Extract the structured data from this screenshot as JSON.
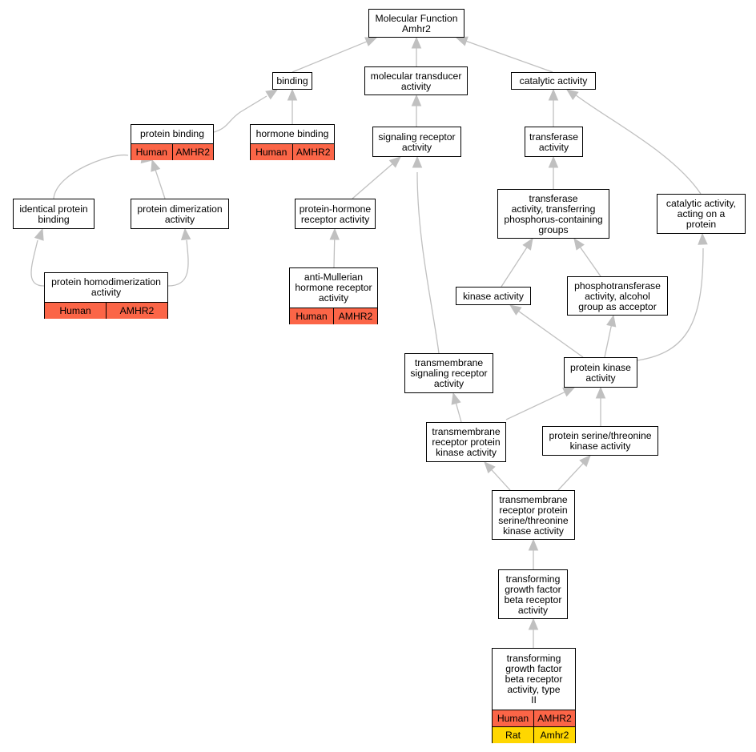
{
  "colors": {
    "edge": "#c0c0c0",
    "human_annotation": "#fb6547",
    "rat_annotation": "#ffd700"
  },
  "nodes": [
    {
      "id": "root",
      "label": "Molecular Function\nAmhr2"
    },
    {
      "id": "binding",
      "label": "binding"
    },
    {
      "id": "transducer",
      "label": "molecular transducer\nactivity"
    },
    {
      "id": "catalytic",
      "label": "catalytic activity"
    },
    {
      "id": "protein_binding",
      "label": "protein binding",
      "annotations": [
        {
          "species": "Human",
          "gene": "AMHR2"
        }
      ]
    },
    {
      "id": "hormone_binding",
      "label": "hormone binding",
      "annotations": [
        {
          "species": "Human",
          "gene": "AMHR2"
        }
      ]
    },
    {
      "id": "signaling_receptor",
      "label": "signaling receptor\nactivity"
    },
    {
      "id": "transferase",
      "label": "transferase\nactivity"
    },
    {
      "id": "identical_binding",
      "label": "identical protein\nbinding"
    },
    {
      "id": "dimerization",
      "label": "protein dimerization\nactivity"
    },
    {
      "id": "protein_hormone_receptor",
      "label": "protein-hormone\nreceptor activity"
    },
    {
      "id": "transferase_phosphorus",
      "label": "transferase\nactivity, transferring\nphosphorus-containing\ngroups"
    },
    {
      "id": "catalytic_protein",
      "label": "catalytic activity,\nacting on a\nprotein"
    },
    {
      "id": "homodimerization",
      "label": "protein homodimerization\nactivity",
      "annotations": [
        {
          "species": "Human",
          "gene": "AMHR2"
        }
      ]
    },
    {
      "id": "amh_receptor",
      "label": "anti-Mullerian\nhormone receptor\nactivity",
      "annotations": [
        {
          "species": "Human",
          "gene": "AMHR2"
        }
      ]
    },
    {
      "id": "kinase",
      "label": "kinase activity"
    },
    {
      "id": "phosphotransferase",
      "label": "phosphotransferase\nactivity, alcohol\ngroup as acceptor"
    },
    {
      "id": "tm_signaling_receptor",
      "label": "transmembrane\nsignaling receptor\nactivity"
    },
    {
      "id": "protein_kinase",
      "label": "protein kinase\nactivity"
    },
    {
      "id": "tm_receptor_kinase",
      "label": "transmembrane\nreceptor protein\nkinase activity"
    },
    {
      "id": "ser_thr_kinase",
      "label": "protein serine/threonine\nkinase activity"
    },
    {
      "id": "tm_ser_thr_kinase",
      "label": "transmembrane\nreceptor protein\nserine/threonine\nkinase activity"
    },
    {
      "id": "tgfb_receptor",
      "label": "transforming\ngrowth factor\nbeta receptor\nactivity"
    },
    {
      "id": "tgfb_type2",
      "label": "transforming\ngrowth factor\nbeta receptor\nactivity, type\nII",
      "annotations": [
        {
          "species": "Human",
          "gene": "AMHR2"
        },
        {
          "species": "Rat",
          "gene": "Amhr2"
        }
      ]
    }
  ],
  "edges": [
    {
      "from": "binding",
      "to": "root"
    },
    {
      "from": "transducer",
      "to": "root"
    },
    {
      "from": "catalytic",
      "to": "root"
    },
    {
      "from": "protein_binding",
      "to": "binding"
    },
    {
      "from": "hormone_binding",
      "to": "binding"
    },
    {
      "from": "signaling_receptor",
      "to": "transducer"
    },
    {
      "from": "transferase",
      "to": "catalytic"
    },
    {
      "from": "catalytic_protein",
      "to": "catalytic"
    },
    {
      "from": "identical_binding",
      "to": "protein_binding"
    },
    {
      "from": "dimerization",
      "to": "protein_binding"
    },
    {
      "from": "protein_hormone_receptor",
      "to": "signaling_receptor"
    },
    {
      "from": "tm_signaling_receptor",
      "to": "signaling_receptor"
    },
    {
      "from": "transferase_phosphorus",
      "to": "transferase"
    },
    {
      "from": "homodimerization",
      "to": "identical_binding"
    },
    {
      "from": "homodimerization",
      "to": "dimerization"
    },
    {
      "from": "amh_receptor",
      "to": "protein_hormone_receptor"
    },
    {
      "from": "kinase",
      "to": "transferase_phosphorus"
    },
    {
      "from": "phosphotransferase",
      "to": "transferase_phosphorus"
    },
    {
      "from": "protein_kinase",
      "to": "kinase"
    },
    {
      "from": "protein_kinase",
      "to": "phosphotransferase"
    },
    {
      "from": "protein_kinase",
      "to": "catalytic_protein"
    },
    {
      "from": "tm_receptor_kinase",
      "to": "tm_signaling_receptor"
    },
    {
      "from": "tm_receptor_kinase",
      "to": "protein_kinase"
    },
    {
      "from": "ser_thr_kinase",
      "to": "protein_kinase"
    },
    {
      "from": "tm_ser_thr_kinase",
      "to": "tm_receptor_kinase"
    },
    {
      "from": "tm_ser_thr_kinase",
      "to": "ser_thr_kinase"
    },
    {
      "from": "tgfb_receptor",
      "to": "tm_ser_thr_kinase"
    },
    {
      "from": "tgfb_type2",
      "to": "tgfb_receptor"
    }
  ]
}
